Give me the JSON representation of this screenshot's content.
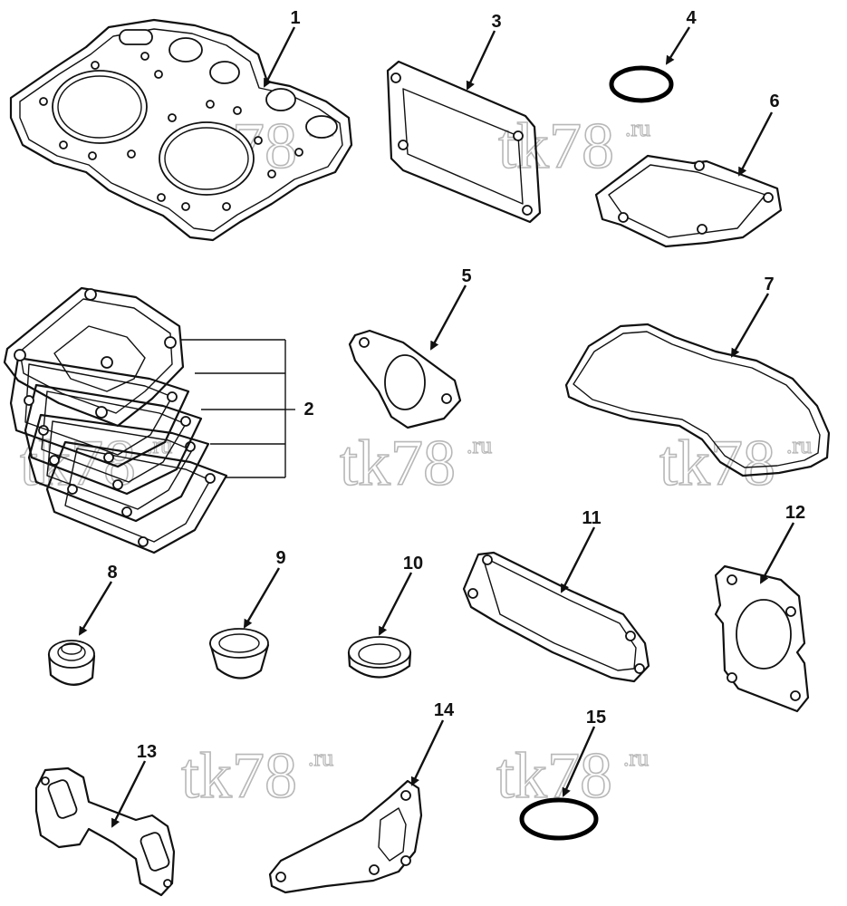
{
  "diagram": {
    "watermark": {
      "text": "tk78",
      "suffix": ".ru"
    },
    "parts": [
      {
        "id": "head-gasket",
        "label": "1"
      },
      {
        "id": "shim-gasket-stack",
        "label": "2"
      },
      {
        "id": "rocker-cover-gasket",
        "label": "3"
      },
      {
        "id": "o-ring-small",
        "label": "4"
      },
      {
        "id": "flange-gasket",
        "label": "5"
      },
      {
        "id": "cover-gasket-small",
        "label": "6"
      },
      {
        "id": "oil-pan-gasket",
        "label": "7"
      },
      {
        "id": "seal-8",
        "label": "8"
      },
      {
        "id": "seal-9",
        "label": "9"
      },
      {
        "id": "seal-ring-10",
        "label": "10"
      },
      {
        "id": "side-cover-gasket",
        "label": "11"
      },
      {
        "id": "housing-gasket",
        "label": "12"
      },
      {
        "id": "manifold-gasket",
        "label": "13"
      },
      {
        "id": "bracket-gasket",
        "label": "14"
      },
      {
        "id": "o-ring-large",
        "label": "15"
      }
    ]
  }
}
